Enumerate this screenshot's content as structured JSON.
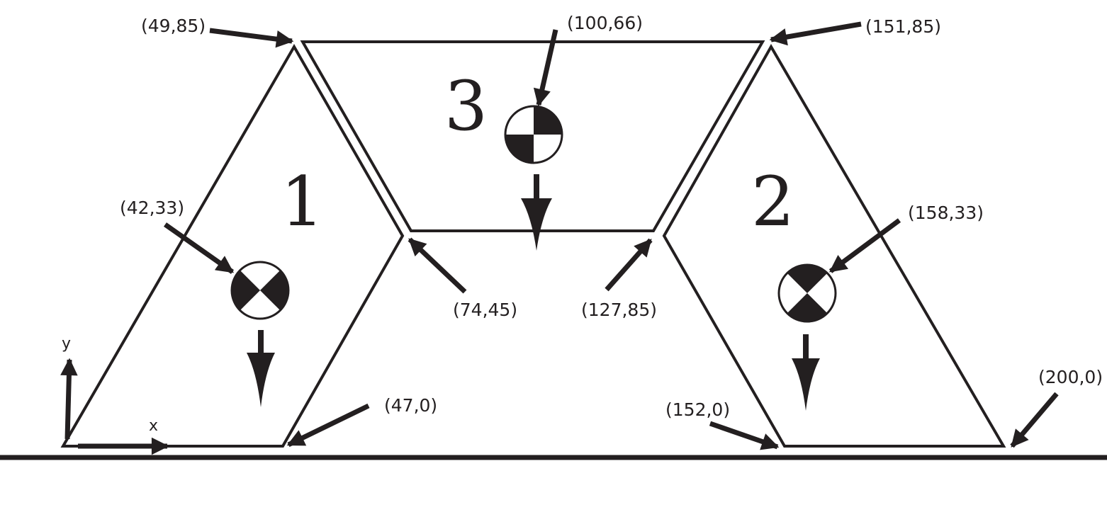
{
  "bodies": [
    {
      "number": "1",
      "cg_label": "(42,33)"
    },
    {
      "number": "2",
      "cg_label": "(158,33)"
    },
    {
      "number": "3",
      "cg_label": "(100,66)"
    }
  ],
  "vertex_labels": {
    "top_left": "(49,85)",
    "top_right": "(151,85)",
    "joint_left": "(74,45)",
    "joint_right": "(127,85)",
    "base_left_inner": "(47,0)",
    "base_right_inner": "(152,0)",
    "base_right_outer": "(200,0)"
  },
  "axes": {
    "x": "x",
    "y": "y"
  },
  "colors": {
    "ink": "#231f20",
    "background": "#ffffff"
  }
}
